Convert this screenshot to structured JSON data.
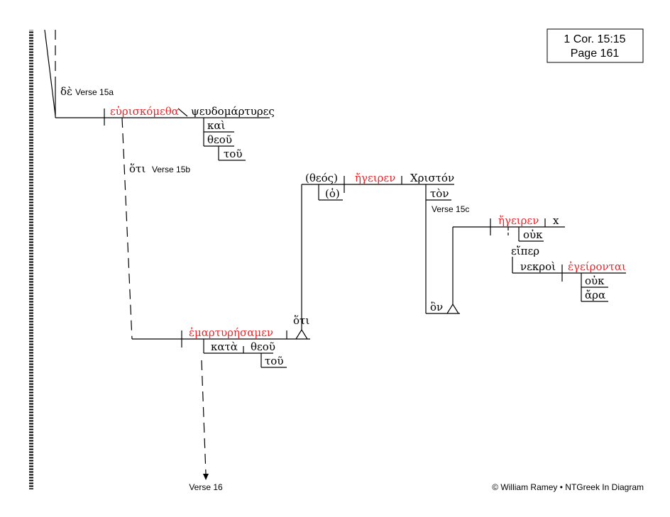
{
  "reference": {
    "line1": "1 Cor. 15:15",
    "line2": "Page 161"
  },
  "footer": {
    "copyright": "© William  Ramey • NTGreek In Diagram"
  },
  "colors": {
    "verb": "#e8262a",
    "text": "#000000"
  },
  "labels": {
    "verse_15a": "Verse 15a",
    "verse_15b": "Verse 15b",
    "verse_15c": "Verse 15c",
    "verse_16": "Verse 16"
  },
  "words": {
    "de": "δὲ",
    "heuriskometha": "εὑρισκόμεθα",
    "pseudomartyres": "ψευδομάρτυρες",
    "kai": "καὶ",
    "theou_1": "θεοῦ",
    "tou_1": "τοῦ",
    "hoti_1": "ὅτι",
    "emartyresamen": "ἐμαρτυρήσαμεν",
    "kata": "κατὰ",
    "theou_2": "θεοῦ",
    "tou_2": "τοῦ",
    "hoti_2": "ὅτι",
    "theos": "(θεός)",
    "ho": "(ὁ)",
    "egeiren_1": "ἤγειρεν",
    "christon": "Χριστόν",
    "ton": "τὸν",
    "hon": "ὃν",
    "egeiren_2": "ἤγειρεν",
    "x": "x",
    "ouk_1": "οὐκ",
    "eiper": "εἴπερ",
    "nekroi": "νεκροὶ",
    "egeirontai": "ἐγείρονται",
    "ouk_2": "οὐκ",
    "ara": "ἄρα"
  }
}
